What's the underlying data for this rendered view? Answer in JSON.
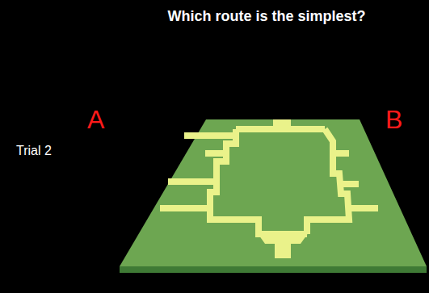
{
  "diagram": {
    "title": "Which route is the simplest?",
    "labels": [
      "A",
      "B",
      "Trial 2"
    ]
  }
}
